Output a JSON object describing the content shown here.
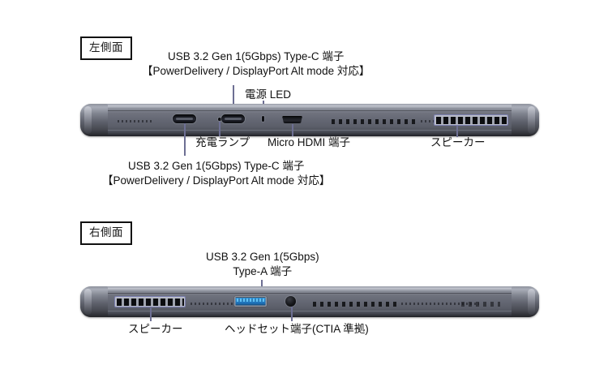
{
  "page": {
    "title": "タブレット 側面ポート図",
    "background_color": "#ffffff",
    "text_color": "#111111",
    "leader_line_color": "#6d6f93",
    "accent_highlight_color": "#7b7fb0",
    "usb_a_port_color": "#2a8fd8"
  },
  "sections": [
    {
      "id": "left-side",
      "label": "左側面",
      "callouts": [
        {
          "id": "usb-c-top",
          "line1": "USB 3.2 Gen 1(5Gbps) Type-C 端子",
          "line2": "【PowerDelivery / DisplayPort Alt mode 対応】"
        },
        {
          "id": "power-led",
          "line1": "電源 LED",
          "line2": ""
        },
        {
          "id": "charge-lamp",
          "line1": "充電ランプ",
          "line2": ""
        },
        {
          "id": "micro-hdmi",
          "line1": "Micro HDMI 端子",
          "line2": ""
        },
        {
          "id": "speaker-left",
          "line1": "スピーカー",
          "line2": ""
        },
        {
          "id": "usb-c-bottom",
          "line1": "USB 3.2 Gen 1(5Gbps) Type-C 端子",
          "line2": "【PowerDelivery / DisplayPort Alt mode 対応】"
        }
      ]
    },
    {
      "id": "right-side",
      "label": "右側面",
      "callouts": [
        {
          "id": "usb-a",
          "line1": "USB 3.2 Gen 1(5Gbps)",
          "line2": "Type-A 端子"
        },
        {
          "id": "speaker-right",
          "line1": "スピーカー",
          "line2": ""
        },
        {
          "id": "headset",
          "line1": "ヘッドセット端子(CTIA 準拠)",
          "line2": ""
        }
      ]
    }
  ],
  "devices": {
    "left_side_view": {
      "name": "tablet-left-edge",
      "ports": [
        {
          "name": "usb-c-port-1",
          "type": "USB Type-C"
        },
        {
          "name": "charge-lamp-pinhole",
          "type": "充電ランプ"
        },
        {
          "name": "usb-c-port-2",
          "type": "USB Type-C"
        },
        {
          "name": "power-led-indicator",
          "type": "電源 LED"
        },
        {
          "name": "micro-hdmi-port",
          "type": "Micro HDMI"
        },
        {
          "name": "speaker-grille",
          "type": "スピーカー"
        }
      ]
    },
    "right_side_view": {
      "name": "tablet-right-edge",
      "ports": [
        {
          "name": "speaker-grille",
          "type": "スピーカー"
        },
        {
          "name": "usb-a-port",
          "type": "USB Type-A"
        },
        {
          "name": "headset-jack",
          "type": "ヘッドセット端子"
        }
      ]
    }
  }
}
